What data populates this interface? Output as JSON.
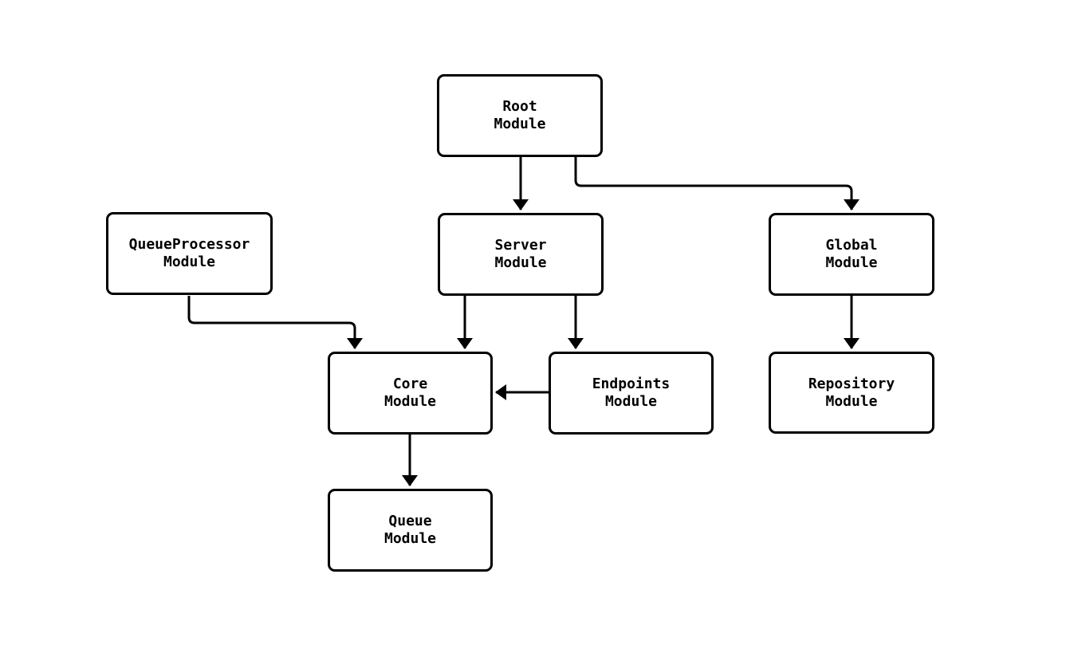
{
  "diagram": {
    "type": "module-dependency-flowchart",
    "colors": {
      "stroke": "#000000",
      "box_fill": "#ffffff",
      "background": "#ffffff"
    },
    "nodes": [
      {
        "id": "root",
        "label": "Root\nModule"
      },
      {
        "id": "queueprocessor",
        "label": "QueueProcessor\nModule"
      },
      {
        "id": "server",
        "label": "Server\nModule"
      },
      {
        "id": "global",
        "label": "Global\nModule"
      },
      {
        "id": "core",
        "label": "Core\nModule"
      },
      {
        "id": "endpoints",
        "label": "Endpoints\nModule"
      },
      {
        "id": "repository",
        "label": "Repository\nModule"
      },
      {
        "id": "queue",
        "label": "Queue\nModule"
      }
    ],
    "edges": [
      {
        "from": "root",
        "to": "server"
      },
      {
        "from": "root",
        "to": "global"
      },
      {
        "from": "queueprocessor",
        "to": "core"
      },
      {
        "from": "server",
        "to": "core"
      },
      {
        "from": "server",
        "to": "endpoints"
      },
      {
        "from": "endpoints",
        "to": "core"
      },
      {
        "from": "global",
        "to": "repository"
      },
      {
        "from": "core",
        "to": "queue"
      }
    ]
  }
}
